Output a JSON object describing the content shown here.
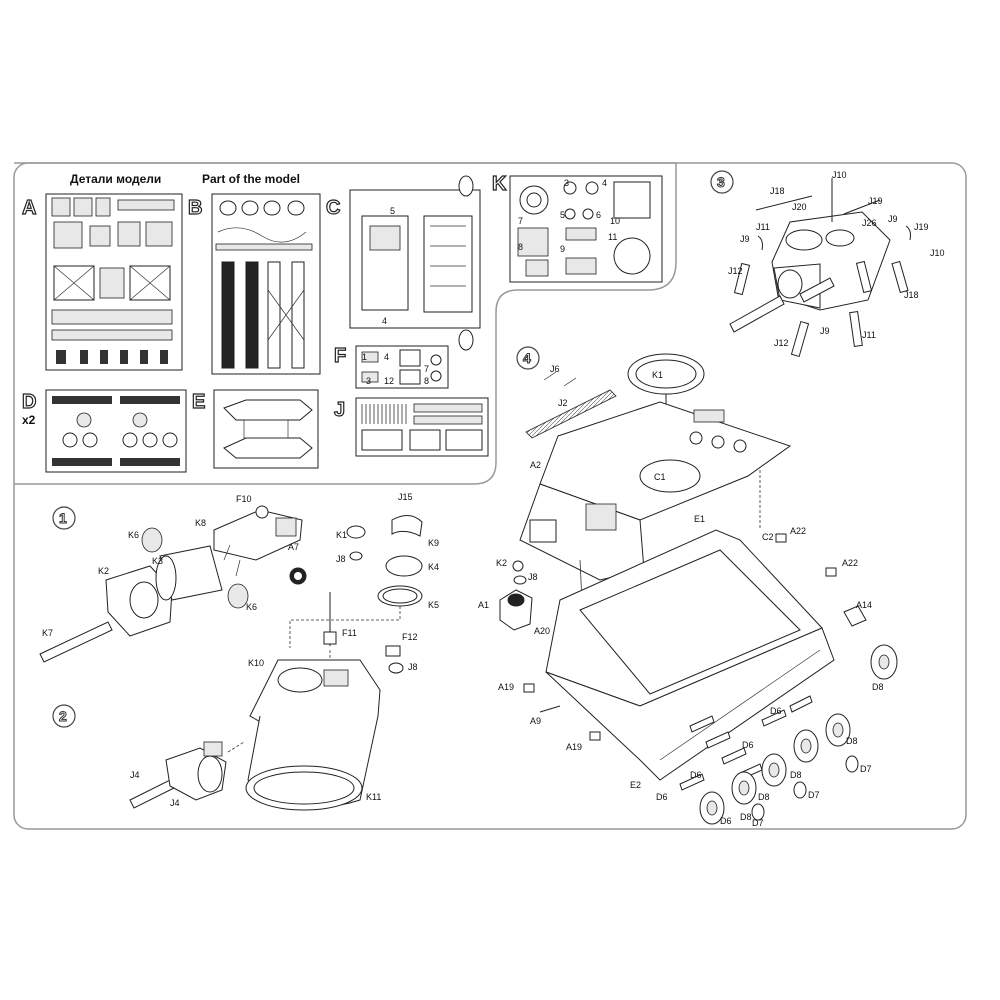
{
  "header": {
    "title_ru": "Детали модели",
    "title_en": "Part of the model"
  },
  "sprues": {
    "A": "A",
    "B": "B",
    "C": "C",
    "D": "D",
    "D_multiplier": "x2",
    "E": "E",
    "F": "F",
    "J": "J",
    "K": "K"
  },
  "steps": {
    "s1": "1",
    "s2": "2",
    "s3": "3",
    "s4": "4"
  },
  "step1_labels": {
    "F10": "F10",
    "K8": "K8",
    "K6a": "K6",
    "K3": "K3",
    "A7": "A7",
    "K2": "K2",
    "K6b": "K6",
    "K7": "K7",
    "J15": "J15",
    "K1": "K1",
    "K9": "K9",
    "J8a": "J8",
    "K4": "K4",
    "K5": "K5",
    "F11": "F11",
    "F12": "F12",
    "J8b": "J8",
    "K10": "K10",
    "K11": "K11"
  },
  "step2_labels": {
    "J4a": "J4",
    "J4b": "J4"
  },
  "step3_labels": {
    "J10a": "J10",
    "J18a": "J18",
    "J19a": "J19",
    "J20": "J20",
    "J26": "J26",
    "J9a": "J9",
    "J11a": "J11",
    "J19b": "J19",
    "J9b": "J9",
    "J10b": "J10",
    "J12a": "J12",
    "J18b": "J18",
    "J9c": "J9",
    "J12b": "J12",
    "J11b": "J11"
  },
  "step4_labels": {
    "J6": "J6",
    "J2": "J2",
    "K1": "K1",
    "A2": "A2",
    "C1": "C1",
    "E1": "E1",
    "C2": "C2",
    "A22a": "A22",
    "A22b": "A22",
    "K2": "K2",
    "J8": "J8",
    "A1": "A1",
    "A20": "A20",
    "A14": "A14",
    "A19a": "A19",
    "D8a": "D8",
    "A9": "A9",
    "A19b": "A19",
    "D6a": "D6",
    "D6b": "D6",
    "D8b": "D8",
    "D7a": "D7",
    "D6c": "D6",
    "D8c": "D8",
    "E2": "E2",
    "D6d": "D6",
    "D8d": "D8",
    "D7b": "D7",
    "D6e": "D6",
    "D8e": "D8",
    "D7c": "D7"
  },
  "sprue_C_nums": [
    "5",
    "4"
  ],
  "sprue_F_nums": [
    "4",
    "3",
    "7",
    "8",
    "12",
    "1"
  ],
  "sprue_K_nums": [
    "3",
    "4",
    "5",
    "6",
    "7",
    "8",
    "9",
    "10",
    "11"
  ],
  "colors": {
    "line": "#222222",
    "frame": "#999999",
    "background": "#ffffff"
  }
}
